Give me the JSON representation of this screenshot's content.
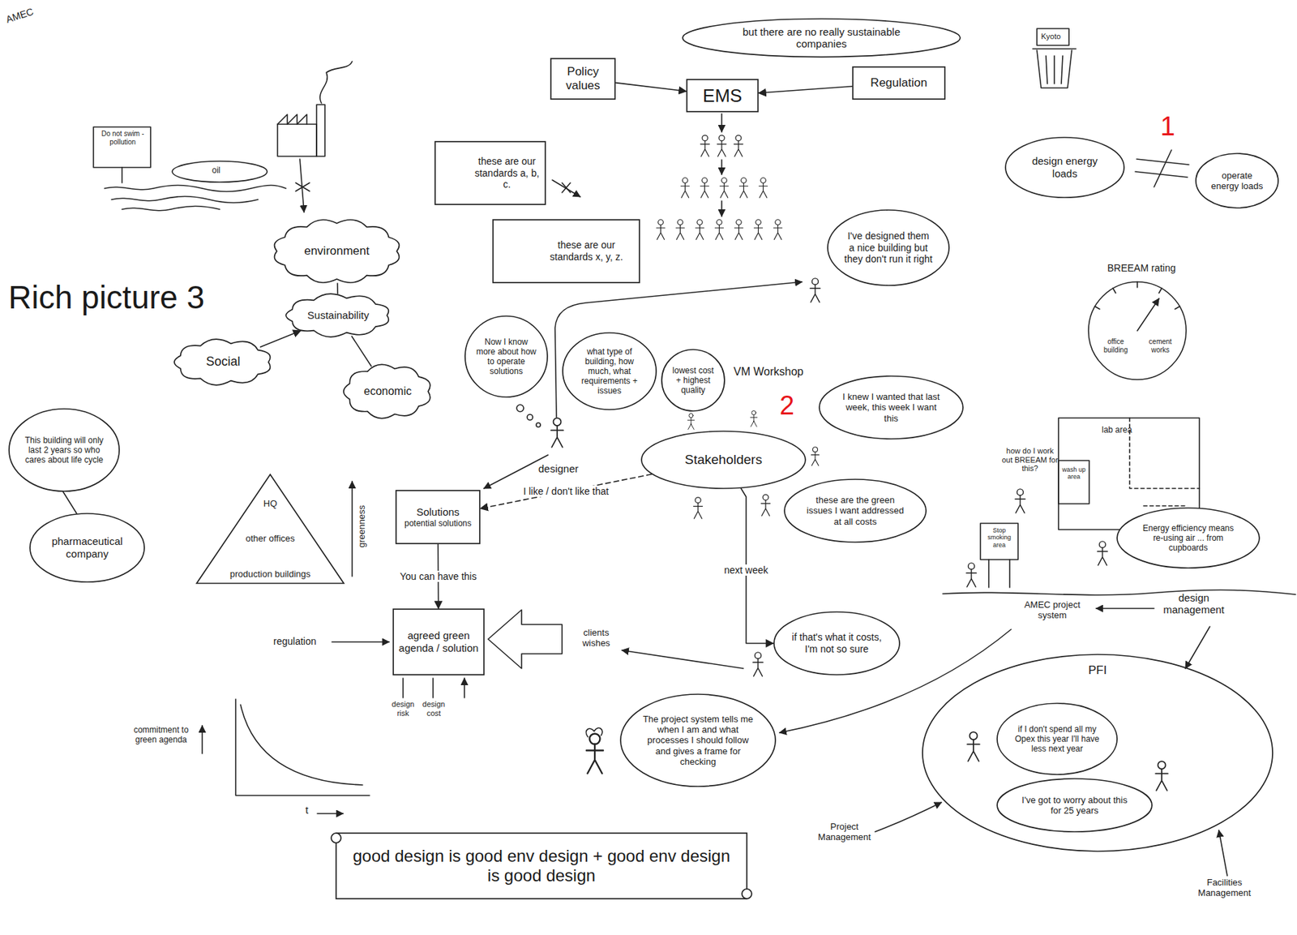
{
  "diagram": {
    "title": "Rich picture 3",
    "nodes": [
      {
        "text": [
          "but there are no really sustainable companies"
        ]
      },
      {
        "text": [
          "Policy values"
        ]
      },
      {
        "text": [
          "EMS"
        ]
      },
      {
        "text": [
          "Regulation"
        ]
      },
      {
        "text": [
          "design energy loads"
        ]
      },
      {
        "text": [
          "operate energy loads"
        ]
      },
      {
        "text": [
          "these are our standards a, b, c."
        ]
      },
      {
        "text": [
          "these are our standards x, y, z."
        ]
      },
      {
        "text": [
          "I've designed them a nice building but they don't run it right"
        ]
      },
      {
        "text": [
          "environment"
        ]
      },
      {
        "text": [
          "Sustainability"
        ]
      },
      {
        "text": [
          "Social"
        ]
      },
      {
        "text": [
          "economic"
        ]
      },
      {
        "text": [
          "Now I know more about how to operate solutions"
        ]
      },
      {
        "text": [
          "what type of building, how much, what requirements + issues"
        ]
      },
      {
        "text": [
          "lowest cost + highest quality"
        ]
      },
      {
        "text": [
          "I knew I wanted that last week, this week I want this"
        ]
      },
      {
        "text": [
          "Stakeholders"
        ]
      },
      {
        "text": [
          "This building will only last 2 years so who cares about life cycle"
        ]
      },
      {
        "text": [
          "pharmaceutical company"
        ]
      },
      {
        "text": [
          "HQ",
          "other offices",
          "production buildings"
        ]
      },
      {
        "text": [
          "Solutions",
          "potential solutions"
        ]
      },
      {
        "text": [
          "these are the green issues I want addressed at all costs"
        ]
      },
      {
        "text": [
          "agreed green agenda / solution"
        ]
      },
      {
        "text": [
          "if that's what it costs, I'm not so sure"
        ]
      },
      {
        "text": [
          "The project system tells me when I am and what processes I should follow and gives a frame for checking"
        ]
      },
      {
        "text": [
          "Energy efficiency means re-using air ... from cupboards"
        ]
      },
      {
        "text": [
          "PFI"
        ]
      },
      {
        "text": [
          "if I don't spend all my Opex this year I'll have less next year"
        ],
        "in": 27
      },
      {
        "text": [
          "I've got to worry about this for 25 years"
        ],
        "in": 27
      },
      {
        "text": [
          "good design is good env design + good env design is good design"
        ]
      }
    ],
    "edges": [
      {
        "from": 1,
        "to": 2,
        "arrow": "to"
      },
      {
        "from": 3,
        "to": 2,
        "arrow": "to"
      },
      {
        "from": 11,
        "to": 10,
        "arrow": "to"
      },
      {
        "from": 9,
        "to": 10,
        "arrow": "none"
      },
      {
        "from": 12,
        "to": 10,
        "arrow": "none"
      },
      {
        "from": 17,
        "to": 21,
        "label": "I like / don't like that",
        "arrow": "to"
      },
      {
        "from": 21,
        "to": 23,
        "label": "You can have this",
        "arrow": "to"
      },
      {
        "from": 17,
        "to": 24,
        "label": "next week",
        "arrow": "to"
      }
    ],
    "labels": [
      "AMEC",
      "Kyoto",
      "1",
      "Do not swim - pollution",
      "oil",
      "BREEAM rating",
      "office building",
      "cement works",
      "VM Workshop",
      "2",
      "designer",
      "how do I work out BREEAM for this?",
      "lab area",
      "wash up area",
      "Stop smoking area",
      "greenness",
      "regulation",
      "clients wishes",
      "AMEC project system",
      "design management",
      "design risk",
      "design cost",
      "commitment to green agenda",
      "t",
      "Project Management",
      "Facilities Management"
    ]
  }
}
